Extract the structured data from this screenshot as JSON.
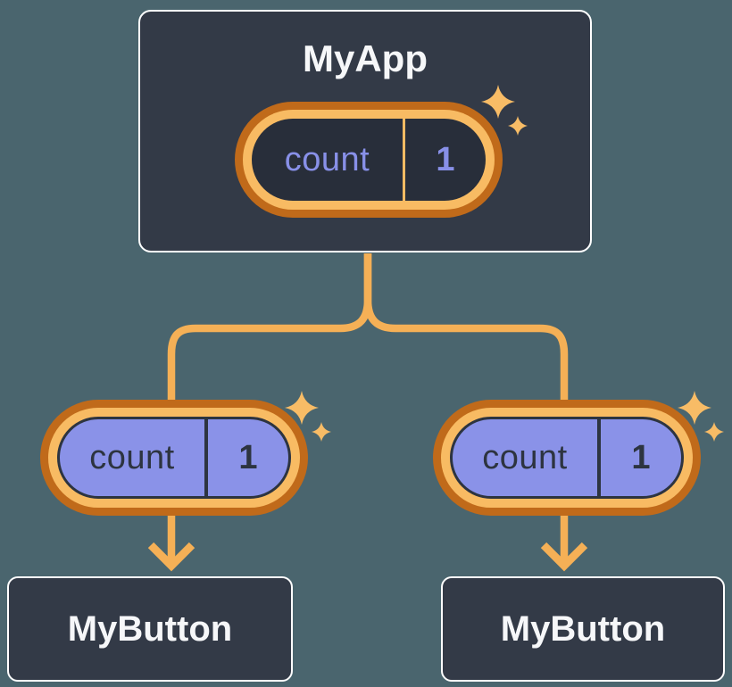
{
  "colors": {
    "background": "#4A656E",
    "card_bg": "#333A47",
    "card_border": "#FFFFFF",
    "ring_dark": "#C06A1A",
    "ring_light": "#F8BB63",
    "line": "#F5B056",
    "sparkle": "#F8BC66",
    "pill_dark_fill": "#282E3A",
    "pill_purple_fill": "#8A92E8",
    "text_light": "#F6F7F9",
    "text_periwinkle": "#8890E8",
    "text_dark": "#2D3440"
  },
  "root_card": {
    "title": "MyApp",
    "state": {
      "label": "count",
      "value": "1"
    }
  },
  "branches": [
    {
      "pill": {
        "label": "count",
        "value": "1"
      },
      "card": {
        "title": "MyButton"
      }
    },
    {
      "pill": {
        "label": "count",
        "value": "1"
      },
      "card": {
        "title": "MyButton"
      }
    }
  ]
}
